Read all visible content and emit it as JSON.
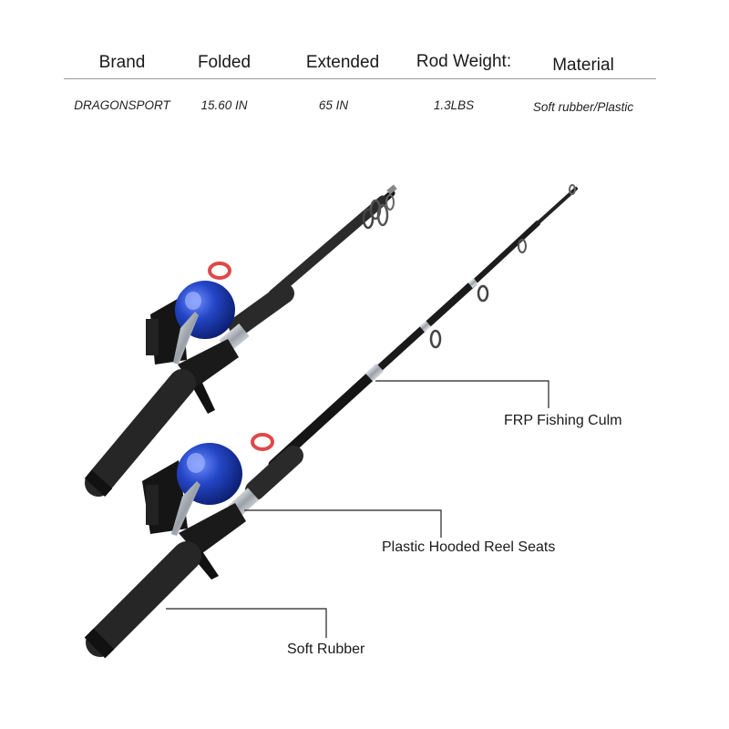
{
  "spec_table": {
    "headers": [
      "Brand",
      "Folded",
      "Extended",
      "Rod Weight:",
      "Material"
    ],
    "values": [
      "DRAGONSPORT",
      "15.60 IN",
      "65 IN",
      "1.3LBS",
      "Soft rubber/Plastic"
    ]
  },
  "callouts": {
    "culm": "FRP Fishing Culm",
    "reel_seat": "Plastic Hooded Reel Seats",
    "handle": "Soft Rubber"
  },
  "colors": {
    "reel_blue": "#1f3fb0",
    "rod_black": "#141414",
    "foam_black": "#2a2a2a",
    "bobber_red": "#e0484a",
    "chrome": "#b8bcc2"
  }
}
